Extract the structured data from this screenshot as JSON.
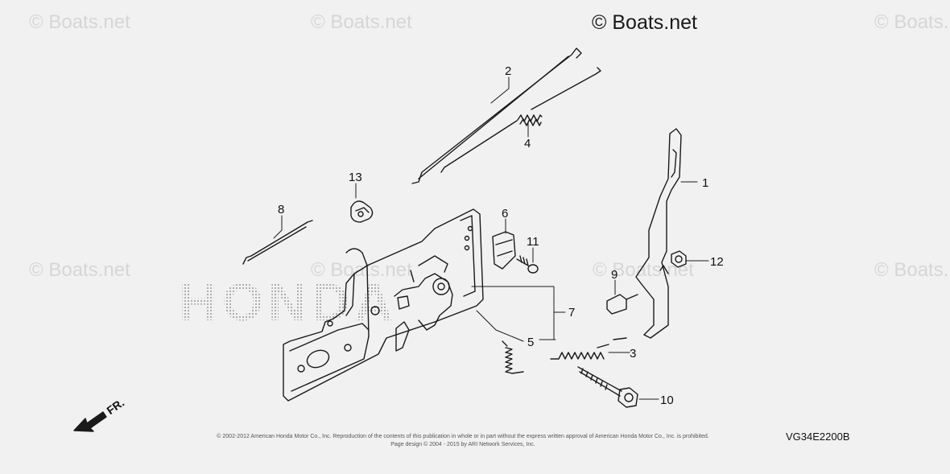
{
  "watermarks": {
    "brand": "© Boats.net",
    "main": "© Boats.net"
  },
  "background_logo": "HONDA",
  "direction_label": "FR.",
  "diagram_code": "VG34E2200B",
  "copyright_lines": [
    "© 2002-2012 American Honda Motor Co., Inc. Reproduction of the contents of this publication in whole or in part without the express written approval of American Honda Motor Co., Inc. is prohibited.",
    "Page design © 2004 - 2015 by ARI Network Services, Inc."
  ],
  "callouts": [
    {
      "label": "1"
    },
    {
      "label": "2"
    },
    {
      "label": "3"
    },
    {
      "label": "4"
    },
    {
      "label": "5"
    },
    {
      "label": "6"
    },
    {
      "label": "7"
    },
    {
      "label": "8"
    },
    {
      "label": "9"
    },
    {
      "label": "10"
    },
    {
      "label": "11"
    },
    {
      "label": "12"
    },
    {
      "label": "13"
    }
  ],
  "colors": {
    "background": "#f1f1f1",
    "line": "#1a1a1a",
    "watermark": "#d6d6d6",
    "logo_dots": "#9a9a9a"
  }
}
